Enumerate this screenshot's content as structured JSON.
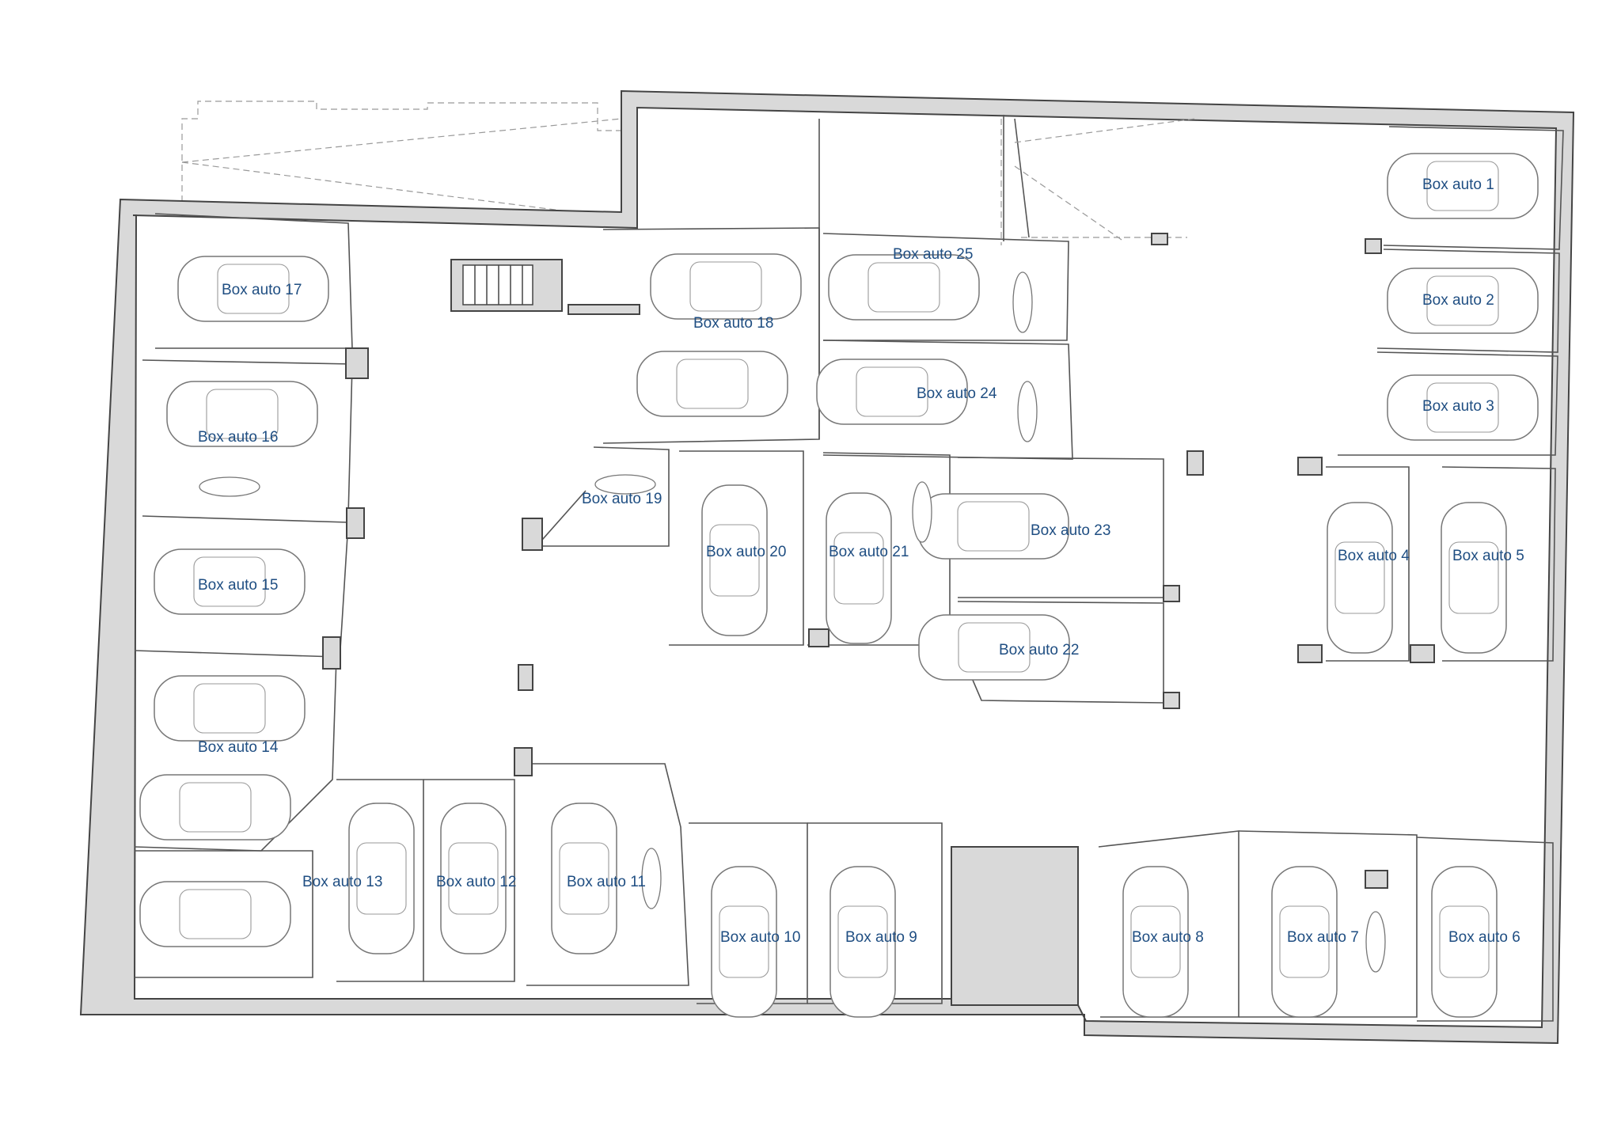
{
  "plan": {
    "label_color": "#1f4e82",
    "wall_color": "#d9d9d9",
    "boxes": [
      {
        "id": "box-1",
        "label": "Box auto 1"
      },
      {
        "id": "box-2",
        "label": "Box auto 2"
      },
      {
        "id": "box-3",
        "label": "Box auto 3"
      },
      {
        "id": "box-4",
        "label": "Box auto 4"
      },
      {
        "id": "box-5",
        "label": "Box auto 5"
      },
      {
        "id": "box-6",
        "label": "Box auto 6"
      },
      {
        "id": "box-7",
        "label": "Box auto 7"
      },
      {
        "id": "box-8",
        "label": "Box auto 8"
      },
      {
        "id": "box-9",
        "label": "Box auto 9"
      },
      {
        "id": "box-10",
        "label": "Box auto 10"
      },
      {
        "id": "box-11",
        "label": "Box auto 11"
      },
      {
        "id": "box-12",
        "label": "Box auto 12"
      },
      {
        "id": "box-13",
        "label": "Box auto 13"
      },
      {
        "id": "box-14",
        "label": "Box auto 14"
      },
      {
        "id": "box-15",
        "label": "Box auto 15"
      },
      {
        "id": "box-16",
        "label": "Box auto 16"
      },
      {
        "id": "box-17",
        "label": "Box auto 17"
      },
      {
        "id": "box-18",
        "label": "Box auto 18"
      },
      {
        "id": "box-19",
        "label": "Box auto 19"
      },
      {
        "id": "box-20",
        "label": "Box auto 20"
      },
      {
        "id": "box-21",
        "label": "Box auto 21"
      },
      {
        "id": "box-22",
        "label": "Box auto 22"
      },
      {
        "id": "box-23",
        "label": "Box auto 23"
      },
      {
        "id": "box-24",
        "label": "Box auto 24"
      },
      {
        "id": "box-25",
        "label": "Box auto 25"
      }
    ]
  }
}
